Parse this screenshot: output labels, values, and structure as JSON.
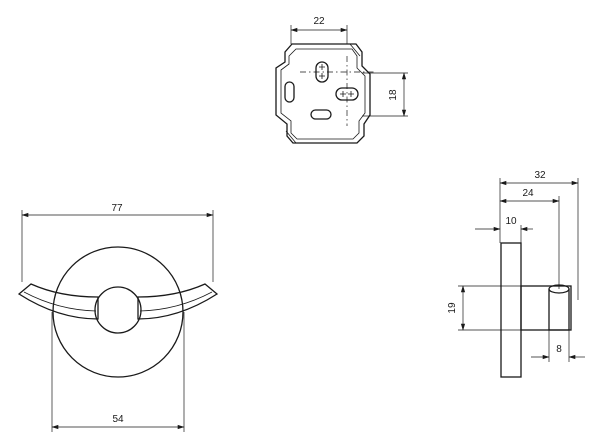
{
  "drawing": {
    "dims": {
      "mount_width": "22",
      "mount_height": "18",
      "total_width": "77",
      "rosette_diameter": "54",
      "depth_total": "32",
      "depth_hook": "24",
      "depth_base": "10",
      "hook_height": "19",
      "hook_diameter": "8"
    }
  }
}
